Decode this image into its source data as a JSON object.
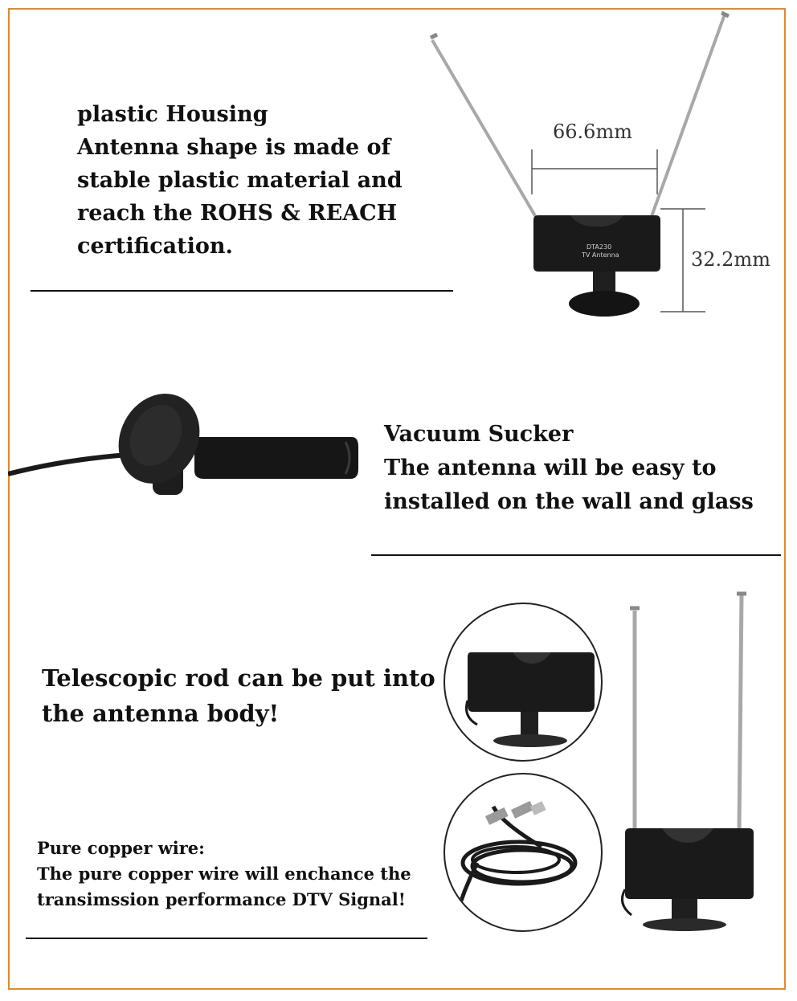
{
  "section1": {
    "heading": "plastic Housing",
    "lines": [
      "Antenna shape is made of",
      "stable plastic material and",
      "reach the ROHS & REACH",
      "certification."
    ],
    "width_label": "66.6mm",
    "height_label": "32.2mm",
    "device_text_1": "DTA230",
    "device_text_2": "TV Antenna"
  },
  "section2": {
    "heading": "Vacuum Sucker",
    "lines": [
      "The antenna will be easy to",
      "installed on the wall and glass"
    ]
  },
  "section3": {
    "lines": [
      "Telescopic rod can be put into",
      "the antenna body!"
    ]
  },
  "section4": {
    "heading": "Pure copper wire:",
    "lines": [
      "The pure copper wire will enchance the",
      "transimssion performance DTV Signal!"
    ]
  },
  "colors": {
    "frame": "#e08a2e",
    "device": "#1a1a1a",
    "rod": "#a8a8a8"
  }
}
